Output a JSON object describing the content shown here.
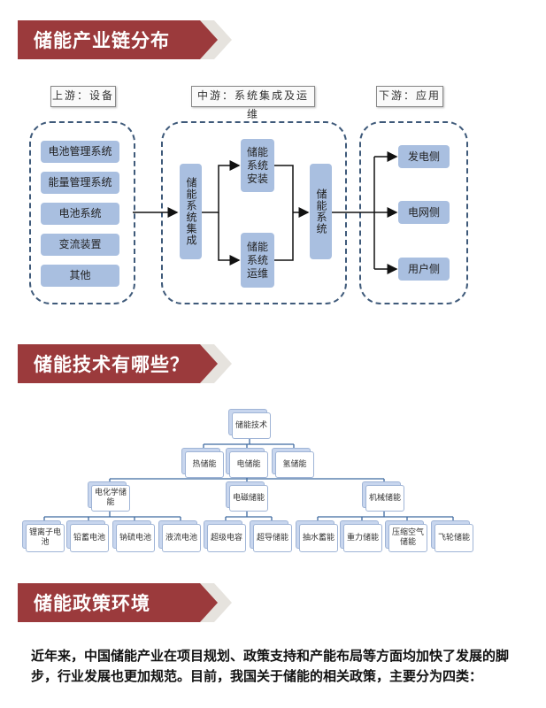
{
  "sections": [
    {
      "title": "储能产业链分布"
    },
    {
      "title": "储能技术有哪些？"
    },
    {
      "title": "储能政策环境"
    }
  ],
  "chain": {
    "upstream": {
      "header": "上游：设备",
      "items": [
        "电池管理系统",
        "能量管理系统",
        "电池系统",
        "变流装置",
        "其他"
      ]
    },
    "midstream": {
      "header": "中游：系统集成及运维",
      "integration": "储能系统集成",
      "install": "储能系统安装",
      "maintain": "储能系统运维",
      "system": "储能系统"
    },
    "downstream": {
      "header": "下游：应用",
      "items": [
        "发电侧",
        "电网侧",
        "用户侧"
      ]
    }
  },
  "tree": {
    "root": "储能技术",
    "level2": [
      "热储能",
      "电储能",
      "氢储能"
    ],
    "level3": [
      "电化学储能",
      "电磁储能",
      "机械储能"
    ],
    "level4": [
      "锂离子电池",
      "铅蓄电池",
      "钠硫电池",
      "液流电池",
      "超级电容",
      "超导储能",
      "抽水蓄能",
      "重力储能",
      "压缩空气储能",
      "飞轮储能"
    ]
  },
  "policy_text": "近年来，中国储能产业在项目规划、政策支持和产能布局等方面均加快了发展的脚步，行业发展也更加规范。目前，我国关于储能的相关政策，主要分为四类："
}
